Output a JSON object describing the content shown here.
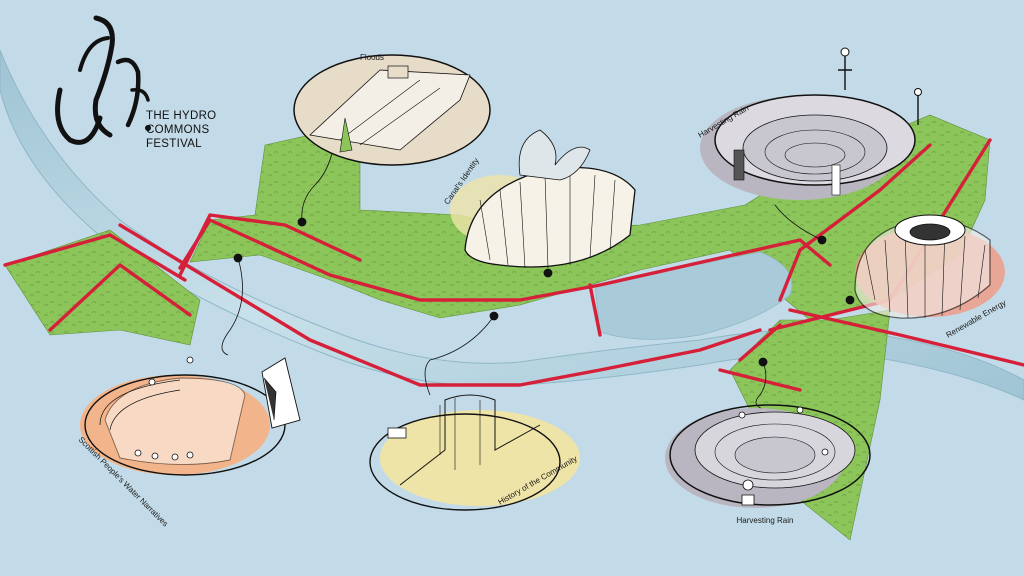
{
  "festival": {
    "title_line1": "THE HYDRO",
    "title_line2": "COMMONS",
    "title_line3": "FESTIVAL"
  },
  "installations": {
    "floods": "Floods",
    "canals_identity": "Canal's Identity",
    "harvesting_rain_top": "Harvesting Rain",
    "renewable_energy": "Renewable Energy",
    "water_narratives": "Scottish People's Water Narratives",
    "history_community": "History of the Community",
    "harvesting_rain_bottom": "Harvesting Rain"
  },
  "colors": {
    "background": "#c3dbe8",
    "green_space": "#8cc55a",
    "paths": "#d6203a",
    "canal": "#a9cbd9",
    "highlight_beige": "#e6dcc8",
    "highlight_grey": "#b9b6c2",
    "highlight_salmon": "#ef9c88",
    "highlight_peach": "#f2b48a",
    "highlight_cream": "#efe4a8"
  }
}
